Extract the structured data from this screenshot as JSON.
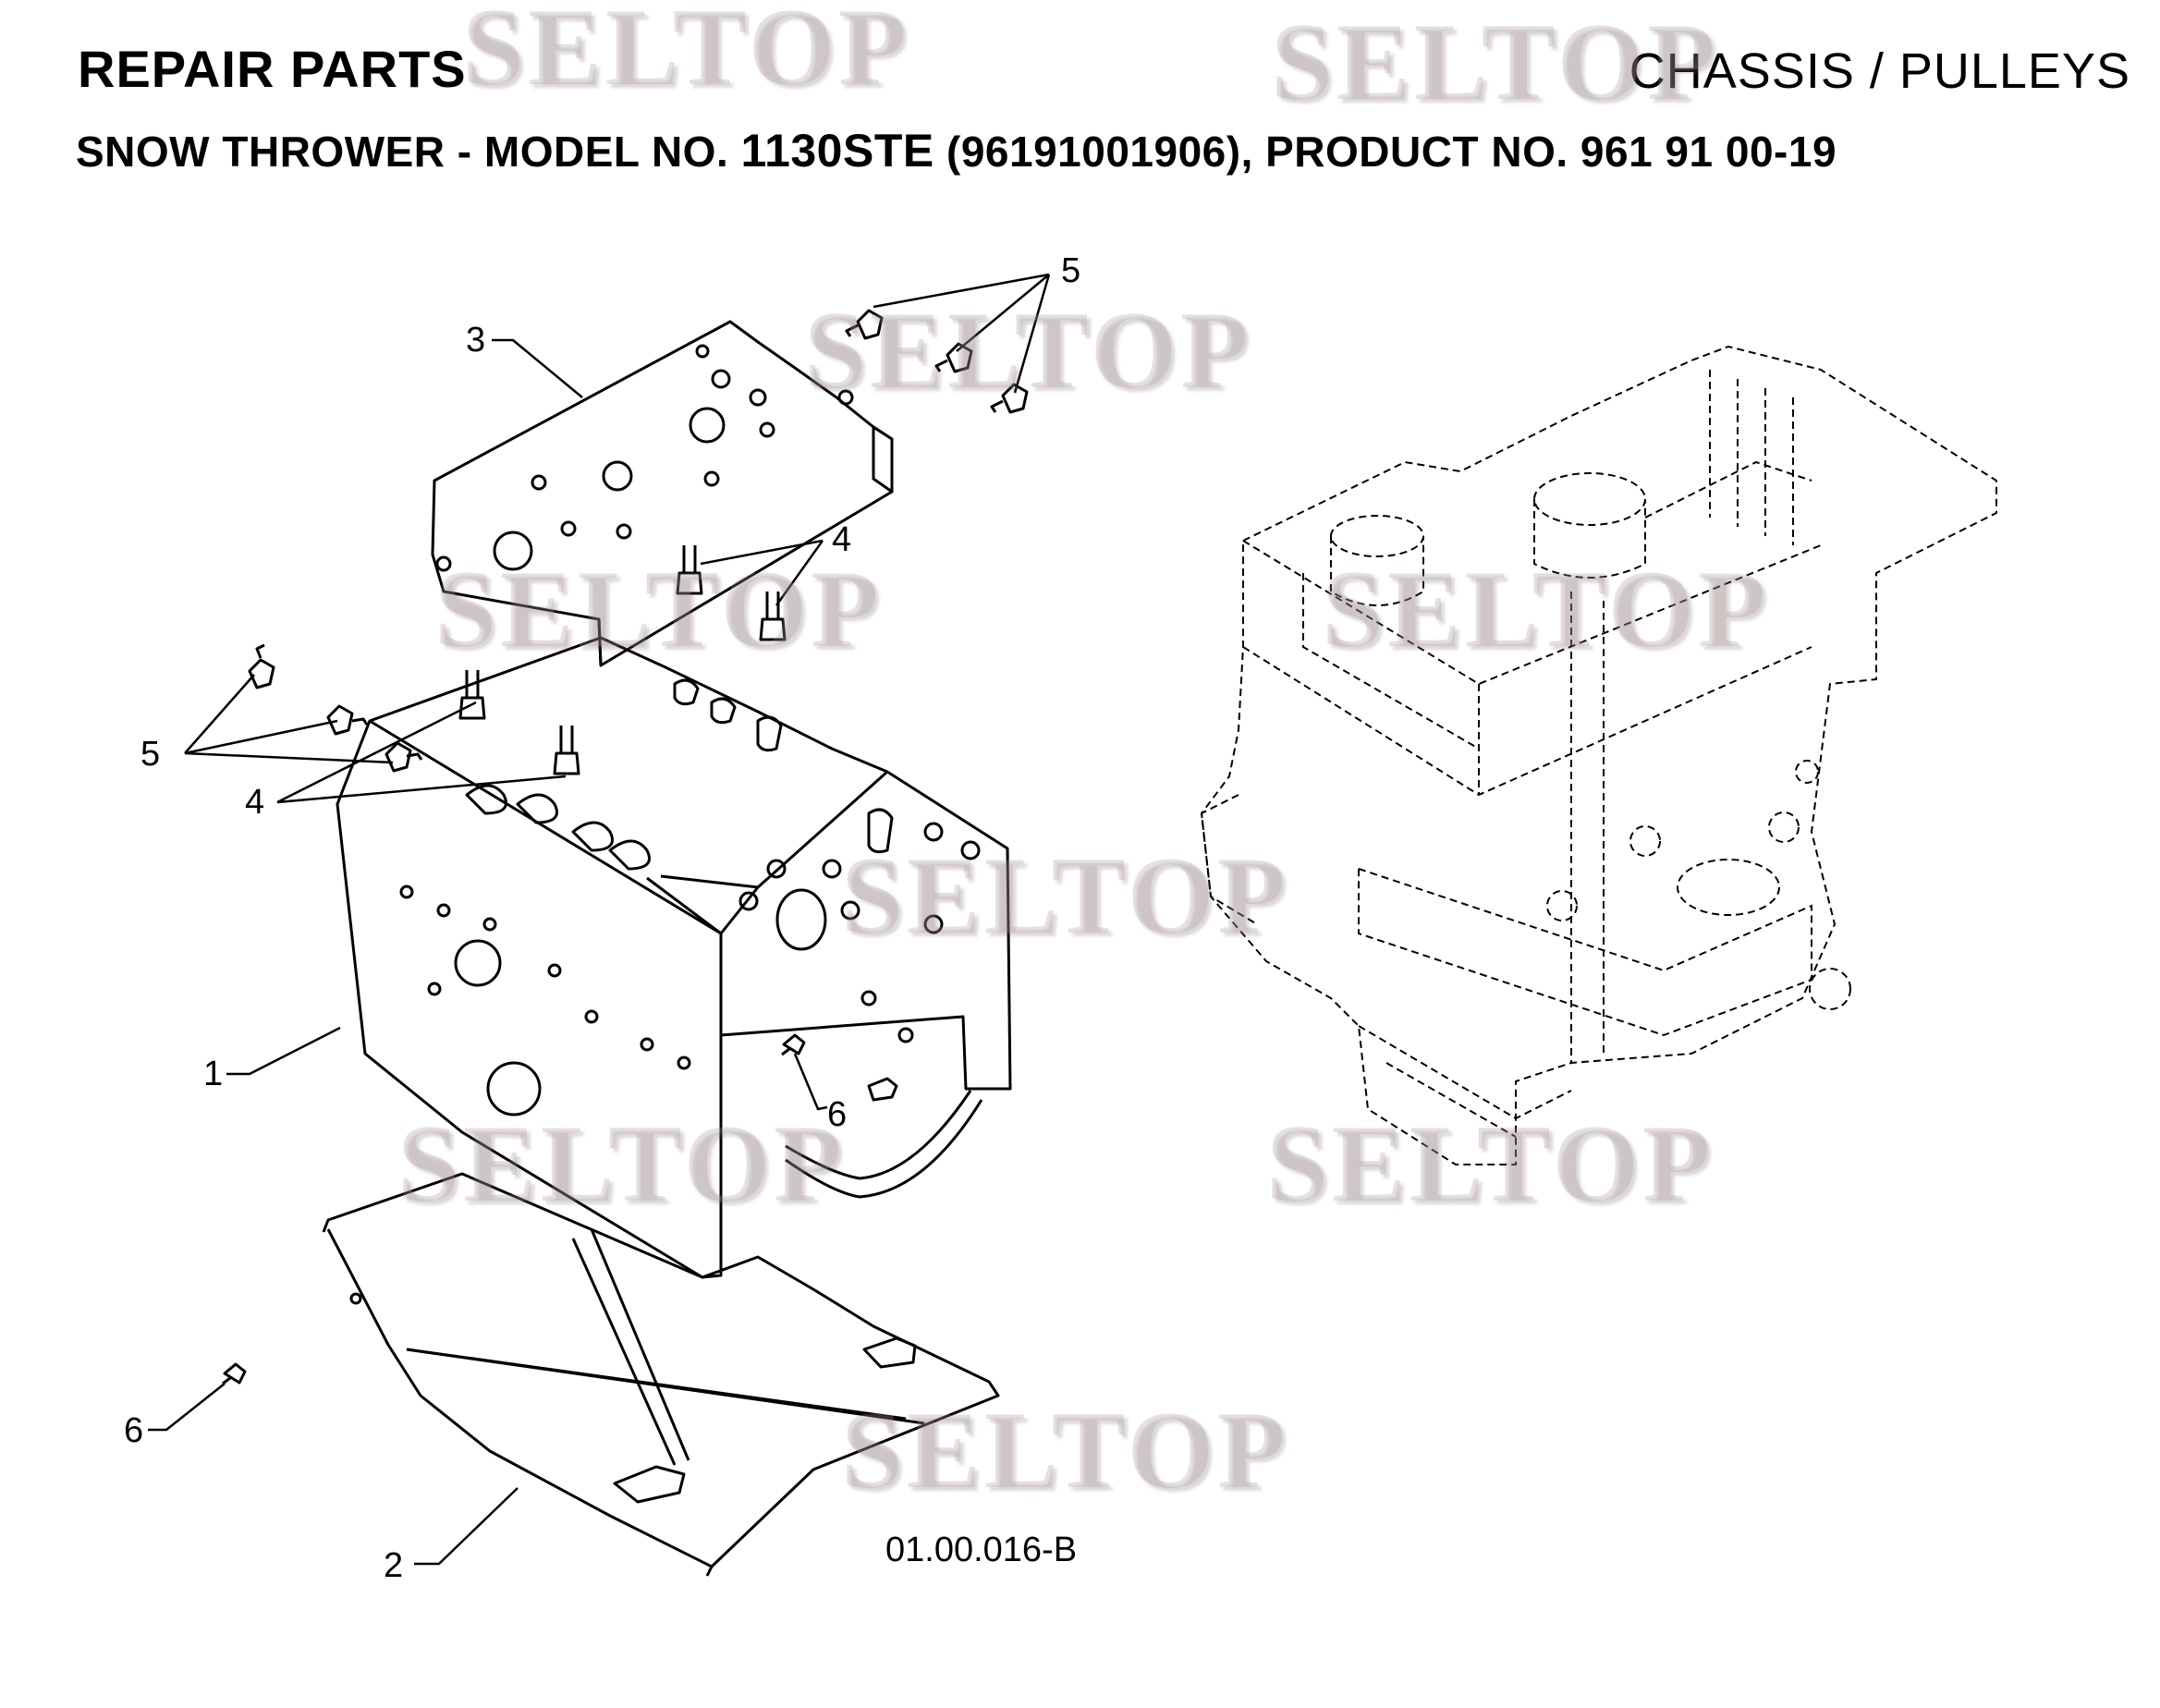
{
  "header": {
    "left_title": "REPAIR PARTS",
    "right_title": "CHASSIS / PULLEYS"
  },
  "subtitle": {
    "prefix": "SNOW THROWER - MODEL NO.",
    "model": "1130STE",
    "suffix": "(96191001906), PRODUCT NO. 961 91 00-19"
  },
  "watermark": "SELTOP",
  "callouts": {
    "c1": "1",
    "c2": "2",
    "c3": "3",
    "c4a": "4",
    "c4b": "4",
    "c5a": "5",
    "c5b": "5",
    "c6a": "6",
    "c6b": "6"
  },
  "drawing_number": "01.00.016-B"
}
